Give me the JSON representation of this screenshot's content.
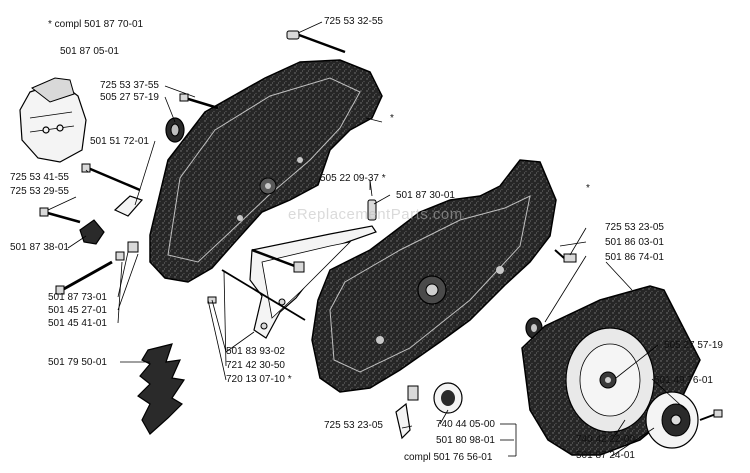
{
  "watermark": "eReplacementParts.com",
  "labels": {
    "compl_top": "*  compl 501 87 70-01",
    "p501870501": "501 87 05-01",
    "p725533255": "725 53 32-55",
    "p725533755": "725 53 37-55",
    "p505275719a": "505 27 57-19",
    "p501517201": "501 51 72-01",
    "p725534155": "725 53 41-55",
    "p725532955": "725 53 29-55",
    "p501873801": "501 87 38-01",
    "p505220937": "505 22 09-37  *",
    "p501873001": "501 87 30-01",
    "star_right": "*",
    "star_top": "*",
    "p725532305a": "725 53 23-05",
    "p501860301": "501 86 03-01",
    "p501867401": "501 86 74-01",
    "p501877301": "501 87 73-01",
    "p501452701": "501 45 27-01",
    "p501454101": "501 45 41-01",
    "p501795001": "501 79 50-01",
    "p501839302": "501 83 93-02",
    "p721423050": "721 42 30-50",
    "p720130710": "720 13 07-10  *",
    "p505275719b": "505 27 57-19",
    "p501497601": "501 49 76-01",
    "p725532305b": "725 53 23-05",
    "p740440500": "740 44 05-00",
    "p501809801": "501 80 98-01",
    "compl_bottom": "compl 501 76 56-01",
    "p740422200": "740 42 22-00",
    "p501872401": "501 87 24-01"
  }
}
